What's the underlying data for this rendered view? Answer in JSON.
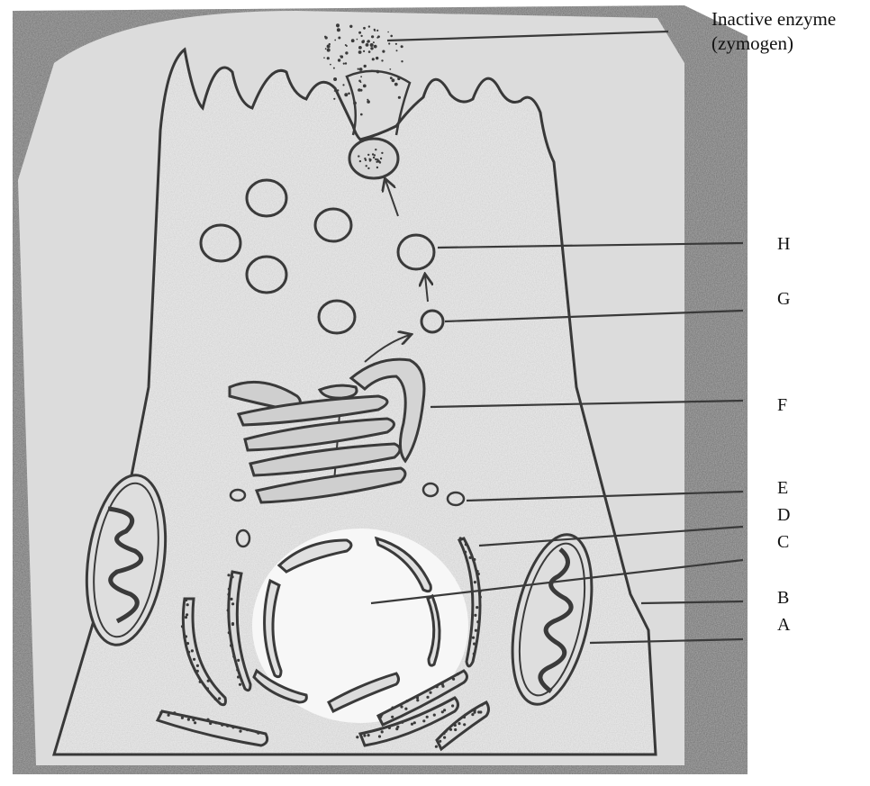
{
  "caption": {
    "line1": "Inactive enzyme",
    "line2": "(zymogen)"
  },
  "labels": {
    "H": "H",
    "G": "G",
    "F": "F",
    "E": "E",
    "D": "D",
    "C": "C",
    "B": "B",
    "A": "A"
  },
  "colors": {
    "paper": "#ffffff",
    "photocopy_gray": "#a9a9a9",
    "cytoplasm": "#e9e9e9",
    "ink": "#3a3a3a"
  }
}
